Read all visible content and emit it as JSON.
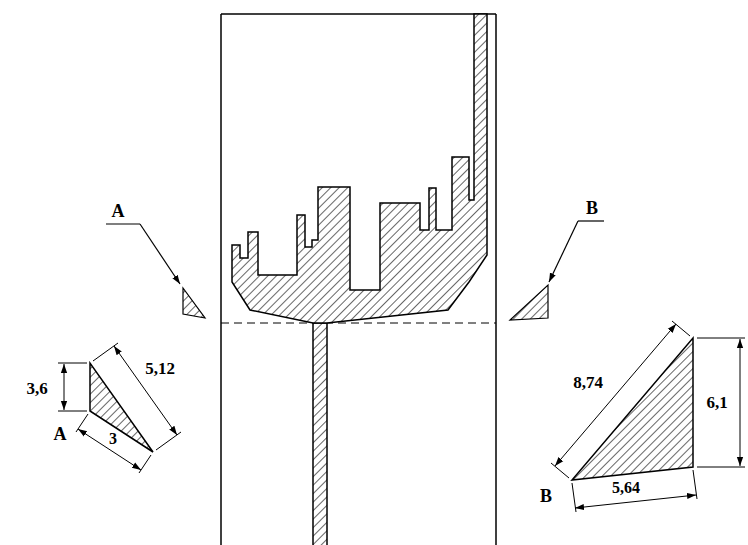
{
  "diagram": {
    "labels": [
      "A",
      "B",
      "3,6",
      "5,12",
      "A",
      "3",
      "8,74",
      "6,1",
      "B",
      "5,64"
    ]
  }
}
